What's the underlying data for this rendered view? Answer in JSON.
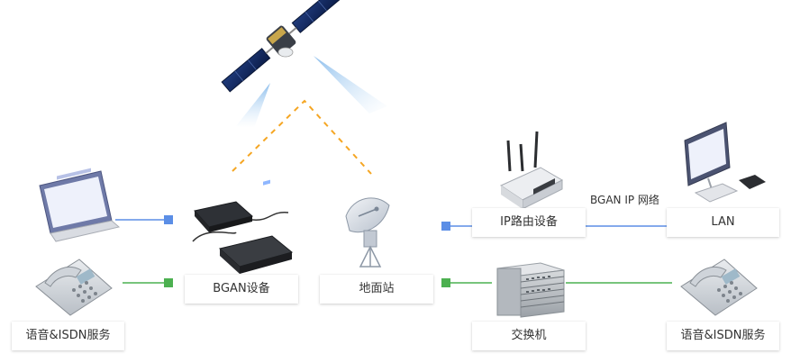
{
  "labels": {
    "bgan_device": "BGAN设备",
    "ground_station": "地面站",
    "ip_router": "IP路由设备",
    "lan": "LAN",
    "switch": "交换机",
    "voice_isdn_left": "语音&ISDN服务",
    "voice_isdn_right": "语音&ISDN服务"
  },
  "network_label": "BGAN IP 网络",
  "colors": {
    "ip_link": "#5b8ee6",
    "voice_link": "#4cb050",
    "satellite_link": "#f5a623"
  }
}
